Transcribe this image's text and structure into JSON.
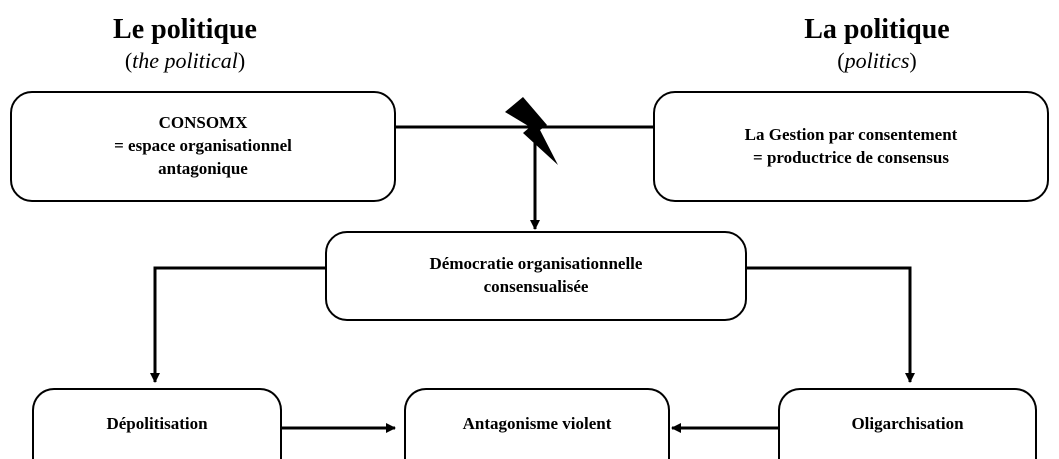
{
  "left_heading": {
    "title": "Le politique",
    "open": "(",
    "english": "the political",
    "close": ")"
  },
  "right_heading": {
    "title": "La politique",
    "open": "(",
    "english": "politics",
    "close": ")"
  },
  "boxes": {
    "consomx": {
      "lines": [
        "CONSOMX",
        "= espace organisationnel",
        "antagonique"
      ]
    },
    "gestion": {
      "lines": [
        "La Gestion par consentement",
        "= productrice de consensus"
      ]
    },
    "democratie": {
      "lines": [
        "Démocratie organisationnelle",
        "consensualisée"
      ]
    },
    "depolitisation": {
      "lines": [
        "Dépolitisation"
      ]
    },
    "antagonisme": {
      "lines": [
        "Antagonisme violent"
      ]
    },
    "oligarchisation": {
      "lines": [
        "Oligarchisation"
      ]
    }
  },
  "icons": {
    "conflict": "lightning-bolt-icon"
  }
}
